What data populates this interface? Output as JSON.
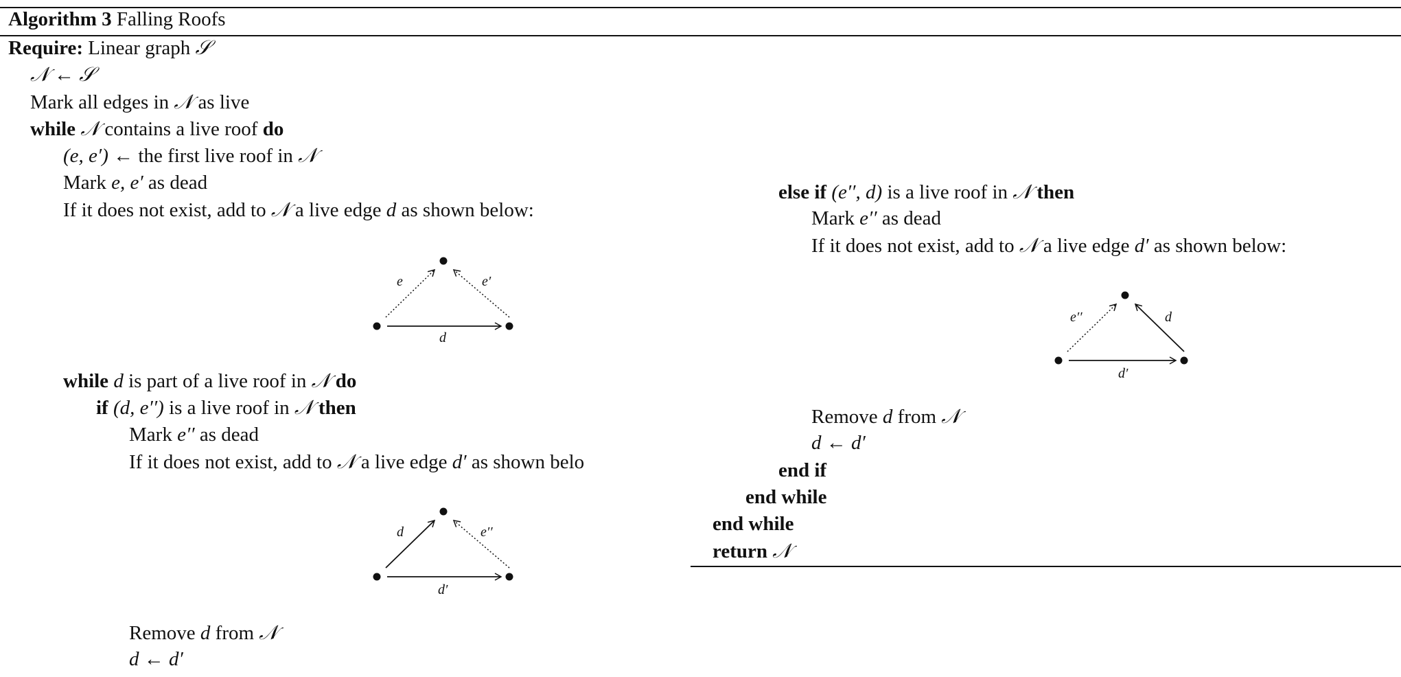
{
  "header": {
    "algo_label": "Algorithm 3",
    "title": "Falling Roofs"
  },
  "require": {
    "label": "Require:",
    "text": "Linear graph",
    "sym": "𝒮"
  },
  "left": {
    "l1": {
      "a": "𝒩",
      "b": " ← ",
      "c": "𝒮"
    },
    "l2": {
      "a": "Mark all edges in ",
      "b": "𝒩",
      "c": " as live"
    },
    "l3": {
      "kw1": "while",
      "a": "𝒩",
      "b": " contains a live roof ",
      "kw2": "do"
    },
    "l4": {
      "a": "(e, e′)",
      "b": " ← the first live roof in ",
      "c": "𝒩"
    },
    "l5": {
      "a": "Mark ",
      "b": "e, e′",
      "c": " as dead"
    },
    "l6": {
      "a": "If it does not exist, add to ",
      "b": "𝒩",
      "c": " a live edge ",
      "d": "d",
      "e": " as shown below:"
    },
    "l7": {
      "kw1": "while",
      "a": "d",
      "b": " is part of a live roof in ",
      "c": "𝒩",
      "kw2": "do"
    },
    "l8": {
      "kw1": "if",
      "a": "(d, e′′)",
      "b": " is a live roof in ",
      "c": "𝒩",
      "kw2": "then"
    },
    "l9": {
      "a": "Mark ",
      "b": "e′′",
      "c": " as dead"
    },
    "l10": {
      "a": "If it does not exist, add to ",
      "b": "𝒩",
      "c": " a live edge ",
      "d": "d′",
      "e": " as shown belo"
    },
    "l11": {
      "a": "Remove ",
      "b": "d",
      "c": " from ",
      "d": "𝒩"
    },
    "l12": {
      "a": "d",
      "b": " ← ",
      "c": "d′"
    }
  },
  "right": {
    "r1": {
      "kw1": "else if",
      "a": "(e′′, d)",
      "b": " is a live roof in ",
      "c": "𝒩",
      "kw2": "then"
    },
    "r2": {
      "a": "Mark ",
      "b": "e′′",
      "c": " as dead"
    },
    "r3": {
      "a": "If it does not exist, add to ",
      "b": "𝒩",
      "c": " a live edge ",
      "d": "d′",
      "e": " as shown below:"
    },
    "r4": {
      "a": "Remove ",
      "b": "d",
      "c": " from ",
      "d": "𝒩"
    },
    "r5": {
      "a": "d",
      "b": " ← ",
      "c": "d′"
    },
    "r6": {
      "kw": "end if"
    },
    "r7": {
      "kw": "end while"
    },
    "r8": {
      "kw": "end while"
    },
    "r9": {
      "kw": "return",
      "a": "𝒩"
    }
  },
  "diagrams": {
    "d1": {
      "left_edge": "e",
      "right_edge": "e′",
      "bottom_edge": "d"
    },
    "d2": {
      "left_edge": "d",
      "right_edge": "e′′",
      "bottom_edge": "d′"
    },
    "d3": {
      "left_edge": "e′′",
      "right_edge": "d",
      "bottom_edge": "d′"
    }
  }
}
